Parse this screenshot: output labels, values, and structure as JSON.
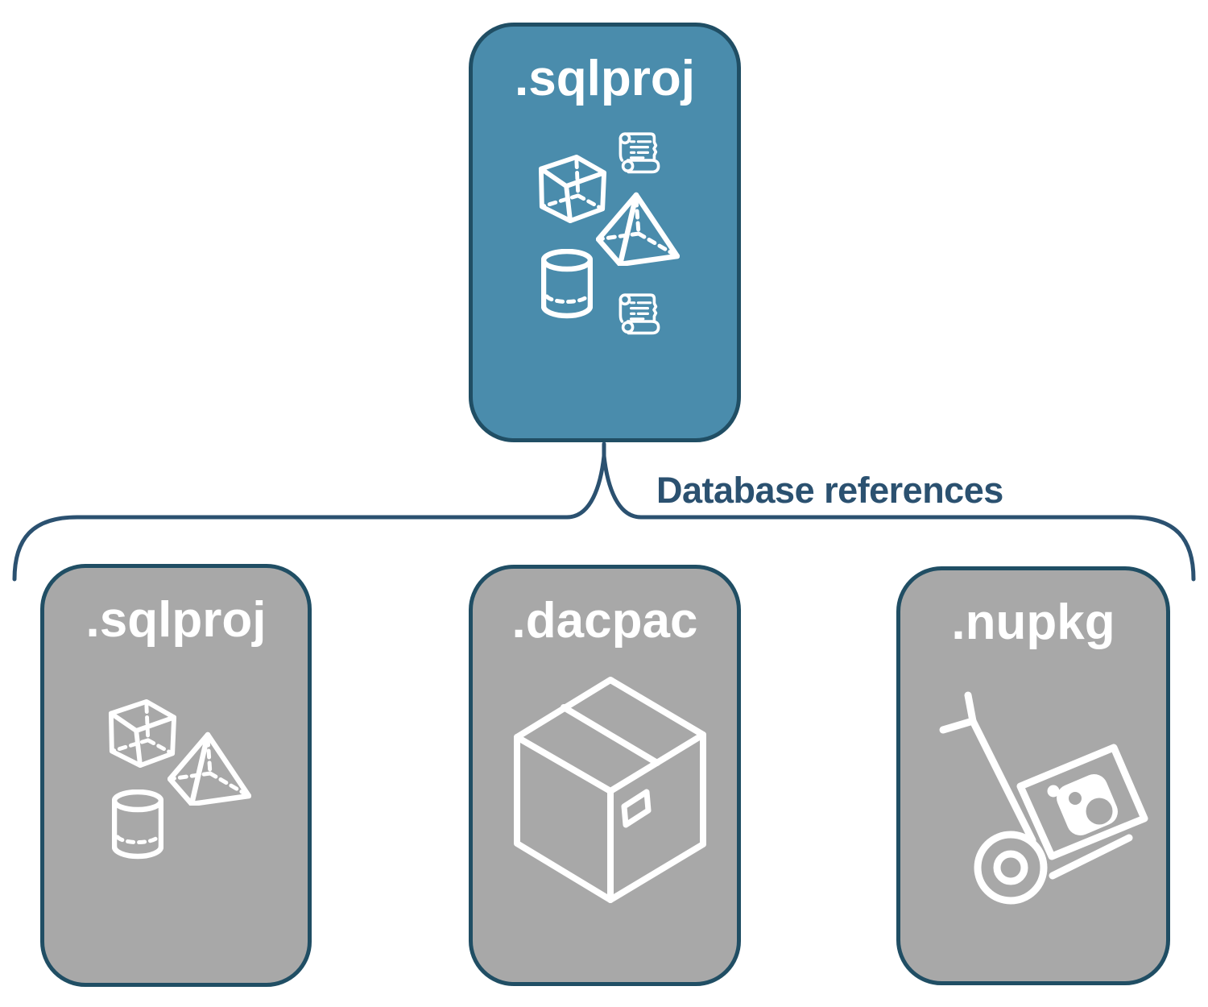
{
  "diagram": {
    "root_card": {
      "label": ".sqlproj",
      "icons": [
        "cube-icon",
        "script-scroll-icon",
        "pyramid-icon",
        "cylinder-icon",
        "script-scroll-icon"
      ]
    },
    "connector": {
      "label": "Database references"
    },
    "child_cards": [
      {
        "label": ".sqlproj",
        "icons": [
          "cube-icon",
          "pyramid-icon",
          "cylinder-icon"
        ]
      },
      {
        "label": ".dacpac",
        "icons": [
          "package-box-icon"
        ]
      },
      {
        "label": ".nupkg",
        "icons": [
          "hand-truck-package-icon"
        ]
      }
    ],
    "colors": {
      "root_card_fill": "#4a8cac",
      "child_card_fill": "#a8a8a8",
      "card_border": "#204e64",
      "connector_line": "#2b5170",
      "connector_text": "#2b5170",
      "card_label_text": "#ffffff",
      "icon_stroke": "#ffffff",
      "background": "#ffffff"
    }
  }
}
